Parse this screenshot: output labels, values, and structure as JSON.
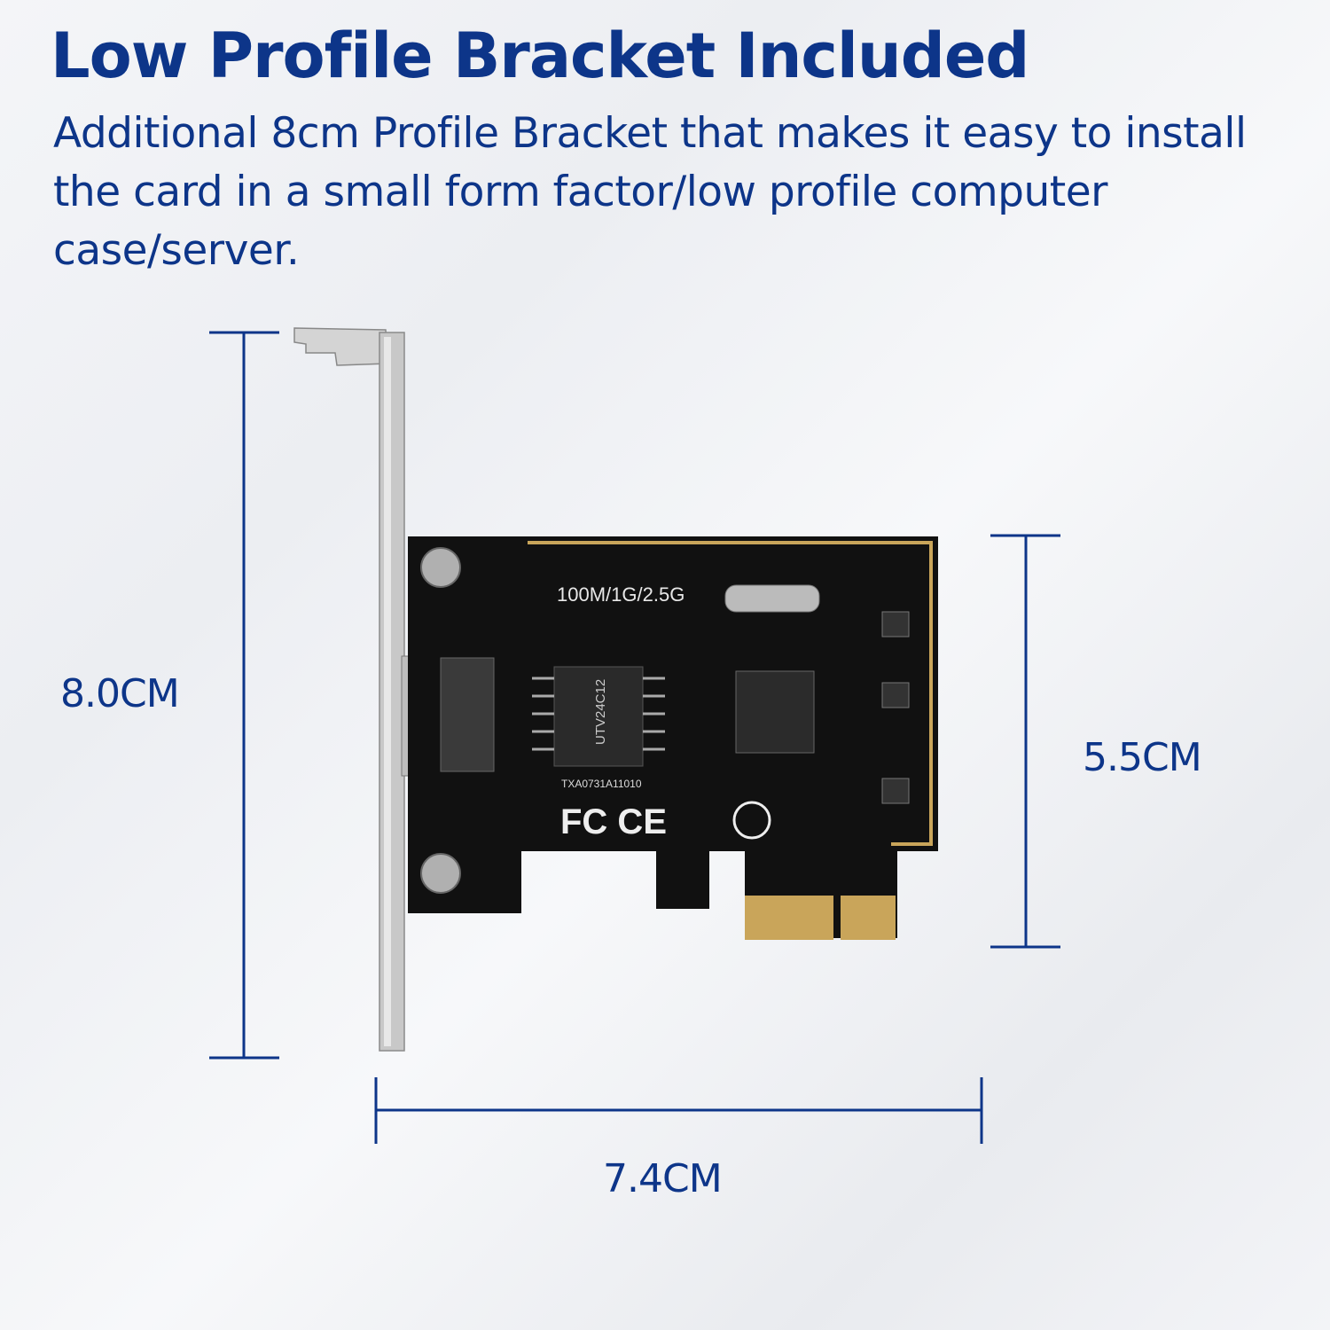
{
  "heading": "Low Profile Bracket Included",
  "description": "Additional 8cm Profile Bracket that makes it easy to install the card in a small form factor/low profile computer case/server.",
  "dimensions": {
    "height_bracket": "8.0CM",
    "height_card": "5.5CM",
    "width_card": "7.4CM"
  },
  "card_print": {
    "speed": "100M/1G/2.5G",
    "chip_label": "UTV24C12",
    "serial": "TXA0731A11010",
    "marks": "FC CE"
  },
  "colors": {
    "text": "#0d3589",
    "pcb": "#111111",
    "gold": "#c9a55a",
    "bracket": "#c8c8c8"
  }
}
